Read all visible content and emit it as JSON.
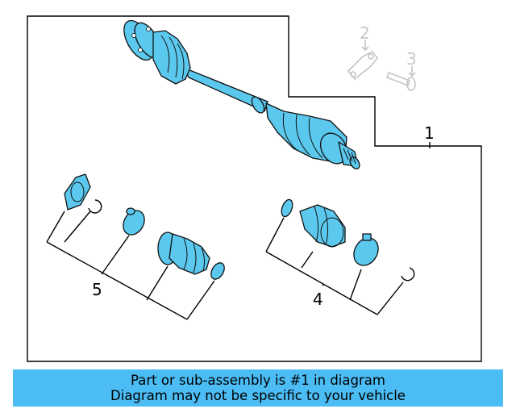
{
  "callouts": {
    "c1": "1",
    "c2": "2",
    "c3": "3",
    "c4": "4",
    "c5": "5"
  },
  "banner": {
    "line1": "Part or sub-assembly is #1 in diagram",
    "line2": "Diagram may not be specific to your vehicle",
    "color": "#4bbcf4"
  },
  "colors": {
    "highlight_part": "#5bc8ee",
    "outline": "#111111",
    "faded_part": "#c4c4c4"
  }
}
